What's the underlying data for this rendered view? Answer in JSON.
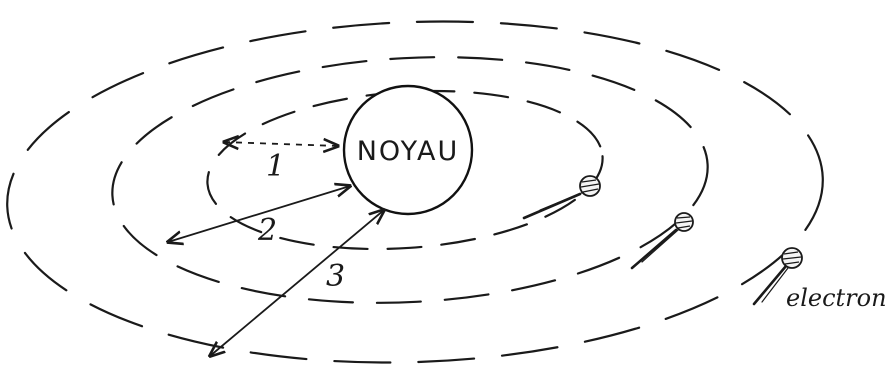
{
  "diagram": {
    "nucleus_label": "NOYAU",
    "orbit_labels": [
      "1",
      "2",
      "3"
    ],
    "electron_label": "electron"
  },
  "style": {
    "ink_color": "#1a1a1a",
    "background": "#ffffff"
  }
}
